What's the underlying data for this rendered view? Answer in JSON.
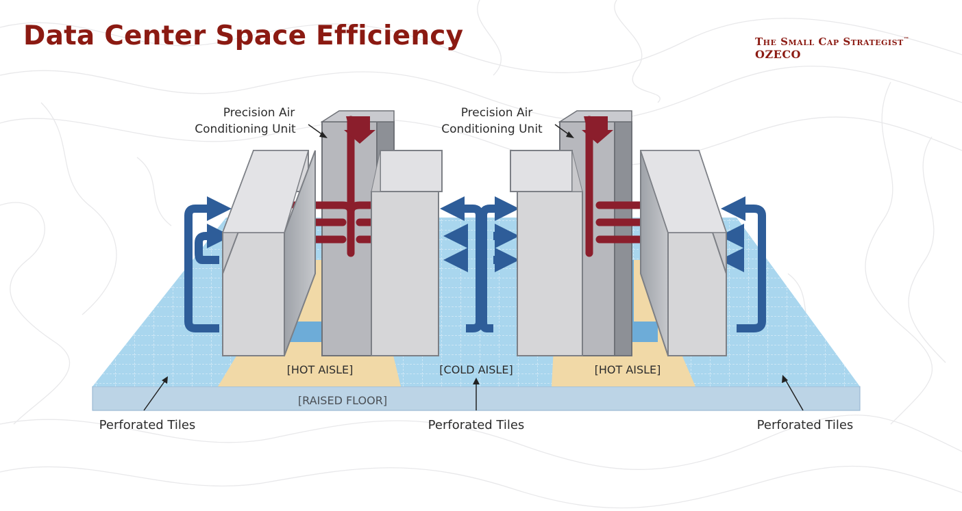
{
  "header": {
    "title": "Data Center Space Efficiency",
    "brand_line1": "The Small Cap Strategist",
    "brand_tm": "™",
    "brand_line2": "OZECO"
  },
  "diagram": {
    "ac_unit_label": [
      "Precision Air",
      "Conditioning Unit"
    ],
    "aisles": {
      "hot_left": "[HOT AISLE]",
      "cold": "[COLD AISLE]",
      "hot_right": "[HOT AISLE]"
    },
    "raised_floor": "[RAISED FLOOR]",
    "perforated_tiles": "Perforated Tiles"
  },
  "colors": {
    "title": "#8b1a12",
    "hot_air": "#8b1e2c",
    "cold_air": "#2e5d99",
    "cold_tile": "#a9d6ee",
    "hot_tile": "#f1d9a7",
    "rack": "#d6d6d8"
  }
}
